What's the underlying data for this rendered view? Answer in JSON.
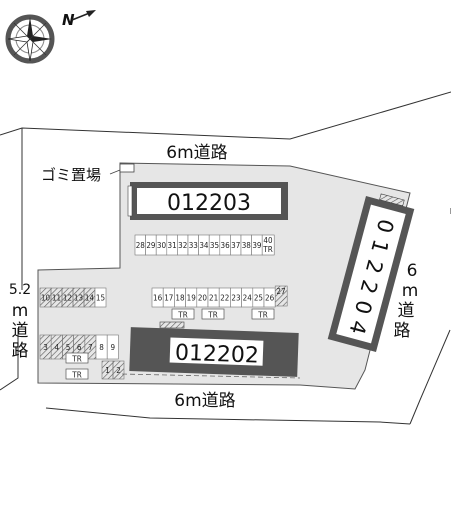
{
  "compass": {
    "north_label": "N"
  },
  "roads": {
    "north": "6m道路",
    "south": "6m道路",
    "west_top": "5.2",
    "west_vertical": [
      "m",
      "道",
      "路"
    ],
    "east_top": "6",
    "east_vertical": [
      "m",
      "道",
      "路"
    ]
  },
  "garbage_label": "ゴミ置場",
  "buildings": {
    "north": "012203",
    "south": "012202",
    "east": [
      "0",
      "1",
      "2",
      "2",
      "0",
      "4"
    ]
  },
  "parking": {
    "row_top": [
      "28",
      "29",
      "30",
      "31",
      "32",
      "33",
      "34",
      "35",
      "36",
      "37",
      "38",
      "39"
    ],
    "row_top_end": {
      "number": "40",
      "sub": "TR"
    },
    "row_west": [
      "10",
      "11",
      "12",
      "13",
      "14",
      "15"
    ],
    "row_mid": [
      "16",
      "17",
      "18",
      "19",
      "20",
      "21",
      "22",
      "23",
      "24",
      "25",
      "26"
    ],
    "row_mid_end": "27",
    "row_sw": [
      "3",
      "4",
      "5",
      "6",
      "7",
      "8",
      "9"
    ],
    "row_sw_low": [
      "1",
      "2"
    ],
    "tr_label": "TR"
  }
}
